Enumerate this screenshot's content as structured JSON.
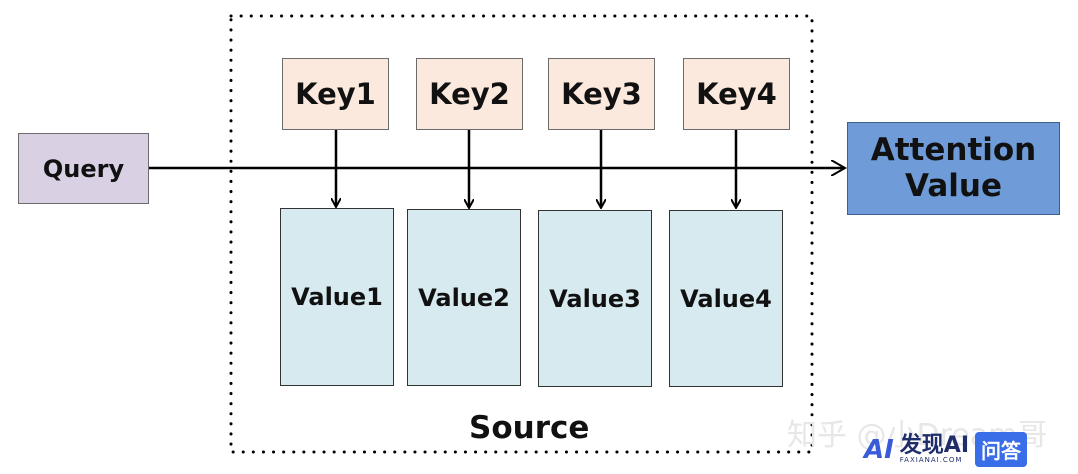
{
  "query": {
    "label": "Query"
  },
  "keys": [
    "Key1",
    "Key2",
    "Key3",
    "Key4"
  ],
  "values": [
    "Value1",
    "Value2",
    "Value3",
    "Value4"
  ],
  "output": {
    "line1": "Attention",
    "line2": "Value"
  },
  "source": {
    "label": "Source"
  },
  "watermark": {
    "zhihu": "知乎 @小Dream哥",
    "logo_mark": "AI",
    "brand": "发现AI",
    "domain": "FAXIANAI.COM",
    "qa": "问答"
  },
  "colors": {
    "query_fill": "#d9d0e3",
    "key_fill": "#fbe9dd",
    "value_fill": "#d6eaf0",
    "output_fill": "#6f9cd8"
  }
}
